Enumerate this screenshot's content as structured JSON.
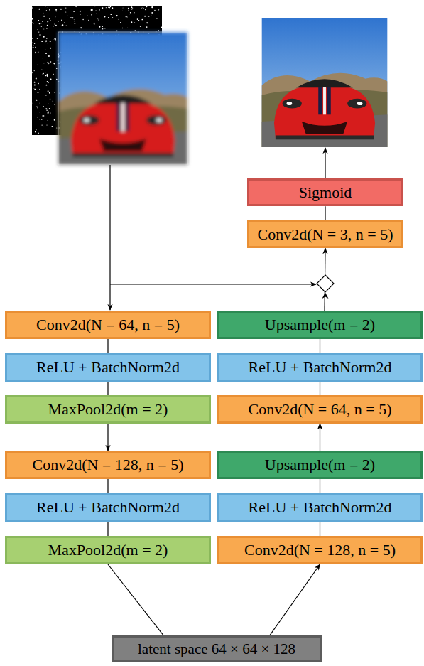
{
  "diagram": {
    "nodes": [
      {
        "text": [
          "Sigmoid"
        ]
      },
      {
        "text": [
          "Conv2d(N = 3, n = 5)"
        ]
      },
      {
        "text": [
          "Conv2d(N = 64, n = 5)"
        ]
      },
      {
        "text": [
          "Upsample(m = 2)"
        ]
      },
      {
        "text": [
          "ReLU + BatchNorm2d"
        ]
      },
      {
        "text": [
          "ReLU + BatchNorm2d"
        ]
      },
      {
        "text": [
          "MaxPool2d(m = 2)"
        ]
      },
      {
        "text": [
          "Conv2d(N = 64, n = 5)"
        ]
      },
      {
        "text": [
          "Conv2d(N = 128, n = 5)"
        ]
      },
      {
        "text": [
          "Upsample(m = 2)"
        ]
      },
      {
        "text": [
          "ReLU + BatchNorm2d"
        ]
      },
      {
        "text": [
          "ReLU + BatchNorm2d"
        ]
      },
      {
        "text": [
          "MaxPool2d(m = 2)"
        ]
      },
      {
        "text": [
          "Conv2d(N = 128, n = 5)"
        ]
      },
      {
        "text": [
          "latent space 64 × 64 × 128"
        ]
      }
    ],
    "edges": [
      {
        "from": 2,
        "to": 4,
        "arrow": "none"
      },
      {
        "from": 4,
        "to": 6,
        "arrow": "none"
      },
      {
        "from": 6,
        "to": 8,
        "arrow": "to"
      },
      {
        "from": 8,
        "to": 10,
        "arrow": "none"
      },
      {
        "from": 10,
        "to": 12,
        "arrow": "none"
      },
      {
        "from": 12,
        "to": 14,
        "arrow": "none"
      },
      {
        "from": 14,
        "to": 13,
        "arrow": "to"
      },
      {
        "from": 13,
        "to": 11,
        "arrow": "none"
      },
      {
        "from": 11,
        "to": 9,
        "arrow": "none"
      },
      {
        "from": 9,
        "to": 7,
        "arrow": "to"
      },
      {
        "from": 7,
        "to": 5,
        "arrow": "none"
      },
      {
        "from": 5,
        "to": 3,
        "arrow": "none"
      },
      {
        "from": 3,
        "to": 1,
        "arrow": "to"
      },
      {
        "from": 1,
        "to": 0,
        "arrow": "none"
      }
    ]
  }
}
